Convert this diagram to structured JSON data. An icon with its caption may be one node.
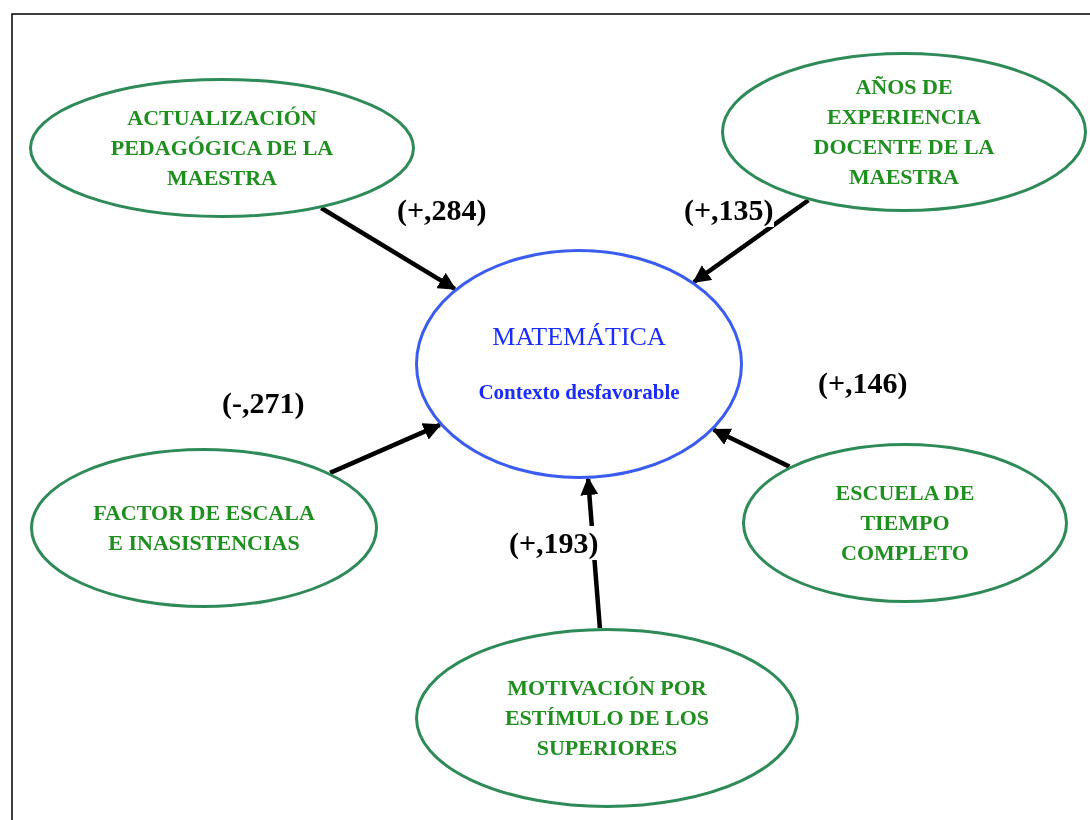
{
  "diagram": {
    "nodes": [
      {
        "text": [
          "ACTUALIZACIÓN PEDAGÓGICA DE LA MAESTRA"
        ]
      },
      {
        "text": [
          "AÑOS DE EXPERIENCIA DOCENTE DE LA MAESTRA"
        ]
      },
      {
        "text": [
          "MATEMÁTICA",
          "Contexto desfavorable"
        ]
      },
      {
        "text": [
          "FACTOR DE ESCALA E INASISTENCIAS"
        ]
      },
      {
        "text": [
          "ESCUELA DE TIEMPO COMPLETO"
        ]
      },
      {
        "text": [
          "MOTIVACIÓN POR ESTÍMULO DE LOS SUPERIORES"
        ]
      }
    ],
    "edges": [
      {
        "from": 0,
        "to": 2,
        "arrow": "to",
        "label": "(+,284)"
      },
      {
        "from": 1,
        "to": 2,
        "arrow": "to",
        "label": "(+,135)"
      },
      {
        "from": 3,
        "to": 2,
        "arrow": "to",
        "label": "(-,271)"
      },
      {
        "from": 4,
        "to": 2,
        "arrow": "to",
        "label": "(+,146)"
      },
      {
        "from": 5,
        "to": 2,
        "arrow": "to",
        "label": "(+,193)"
      }
    ]
  }
}
